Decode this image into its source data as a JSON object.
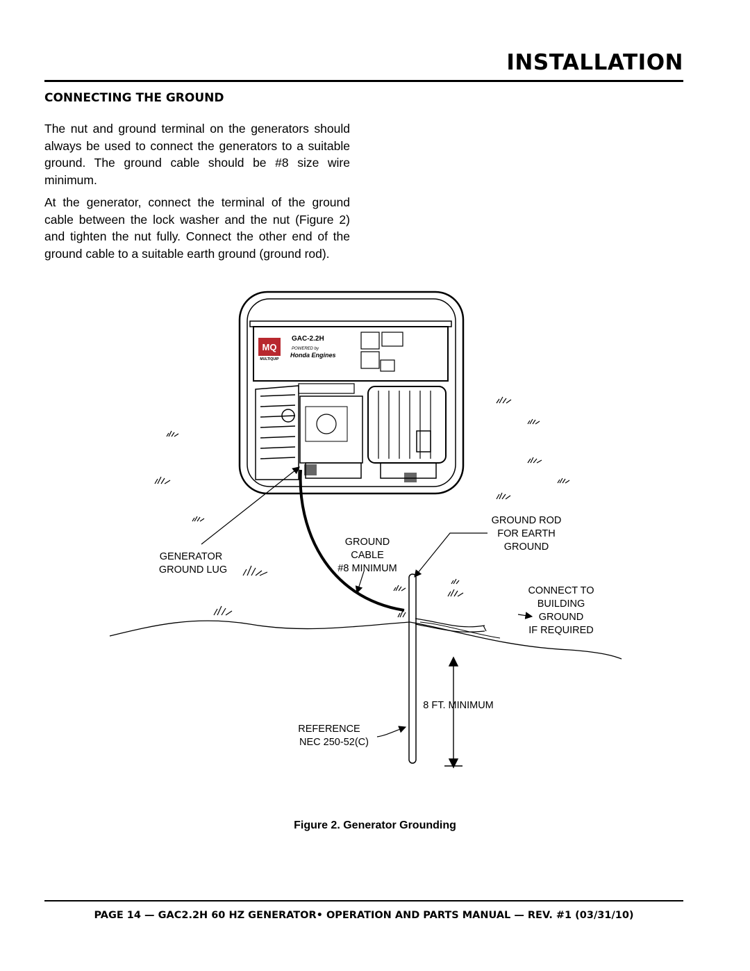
{
  "header": {
    "title": "INSTALLATION"
  },
  "section": {
    "heading": "CONNECTING THE GROUND",
    "paragraph1": "The nut and ground terminal on the generators should always be used to connect the generators to a suitable ground. The ground cable should be #8 size wire minimum.",
    "paragraph2": "At the generator, connect the terminal of the ground cable between the lock washer and the nut (Figure 2) and tighten the nut fully. Connect the other end of the ground cable to a suitable earth ground (ground rod)."
  },
  "figure": {
    "panel": {
      "model": "GAC-2.2H",
      "brand": "MQ",
      "brand_name": "MULTIQUIP",
      "powered_by": "POWERED by",
      "engine": "Honda Engines"
    },
    "labels": {
      "generator_lug_1": "GENERATOR",
      "generator_lug_2": "GROUND LUG",
      "cable_1": "GROUND",
      "cable_2": "CABLE",
      "cable_3": "#8 MINIMUM",
      "rod_1": "GROUND ROD",
      "rod_2": "FOR EARTH",
      "rod_3": "GROUND",
      "building_1": "CONNECT TO",
      "building_2": "BUILDING",
      "building_3": "GROUND",
      "building_4": "IF REQUIRED",
      "depth": "8 FT. MINIMUM",
      "ref_1": "REFERENCE",
      "ref_2": "NEC 250-52(C)"
    },
    "caption": "Figure 2. Generator Grounding"
  },
  "footer": {
    "text": "PAGE 14 — GAC2.2H 60 HZ GENERATOR• OPERATION AND PARTS MANUAL — REV. #1 (03/31/10)"
  }
}
